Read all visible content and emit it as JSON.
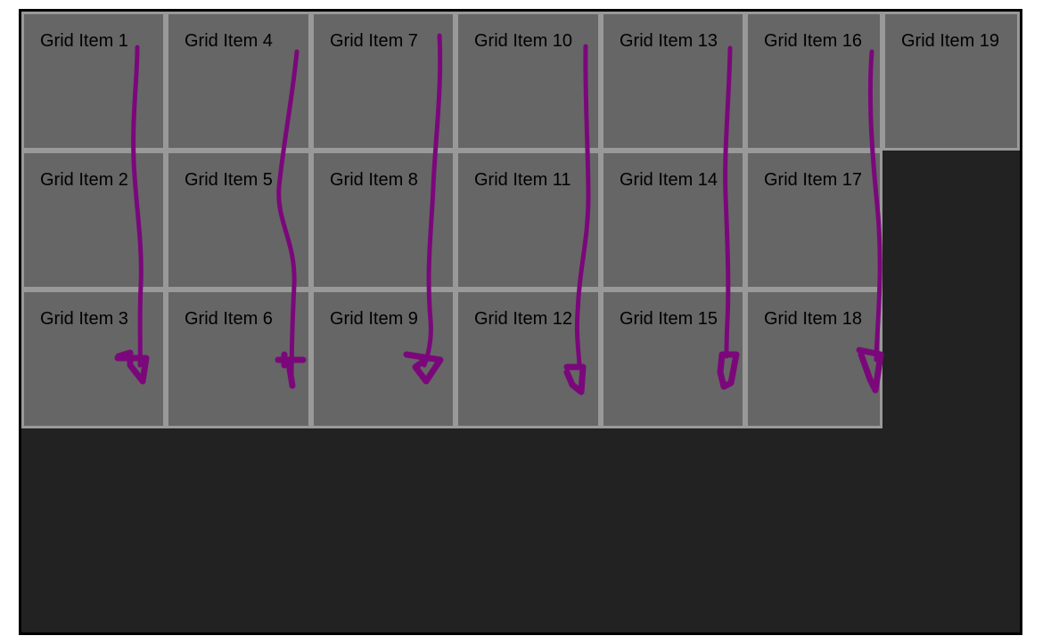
{
  "grid": {
    "items": [
      {
        "label": "Grid Item 1"
      },
      {
        "label": "Grid Item 2"
      },
      {
        "label": "Grid Item 3"
      },
      {
        "label": "Grid Item 4"
      },
      {
        "label": "Grid Item 5"
      },
      {
        "label": "Grid Item 6"
      },
      {
        "label": "Grid Item 7"
      },
      {
        "label": "Grid Item 8"
      },
      {
        "label": "Grid Item 9"
      },
      {
        "label": "Grid Item 10"
      },
      {
        "label": "Grid Item 11"
      },
      {
        "label": "Grid Item 12"
      },
      {
        "label": "Grid Item 13"
      },
      {
        "label": "Grid Item 14"
      },
      {
        "label": "Grid Item 15"
      },
      {
        "label": "Grid Item 16"
      },
      {
        "label": "Grid Item 17"
      },
      {
        "label": "Grid Item 18"
      },
      {
        "label": "Grid Item 19"
      }
    ]
  },
  "colors": {
    "background": "#222222",
    "item_fill": "#666666",
    "item_border": "#999999",
    "annotation_stroke": "#7b087b"
  }
}
